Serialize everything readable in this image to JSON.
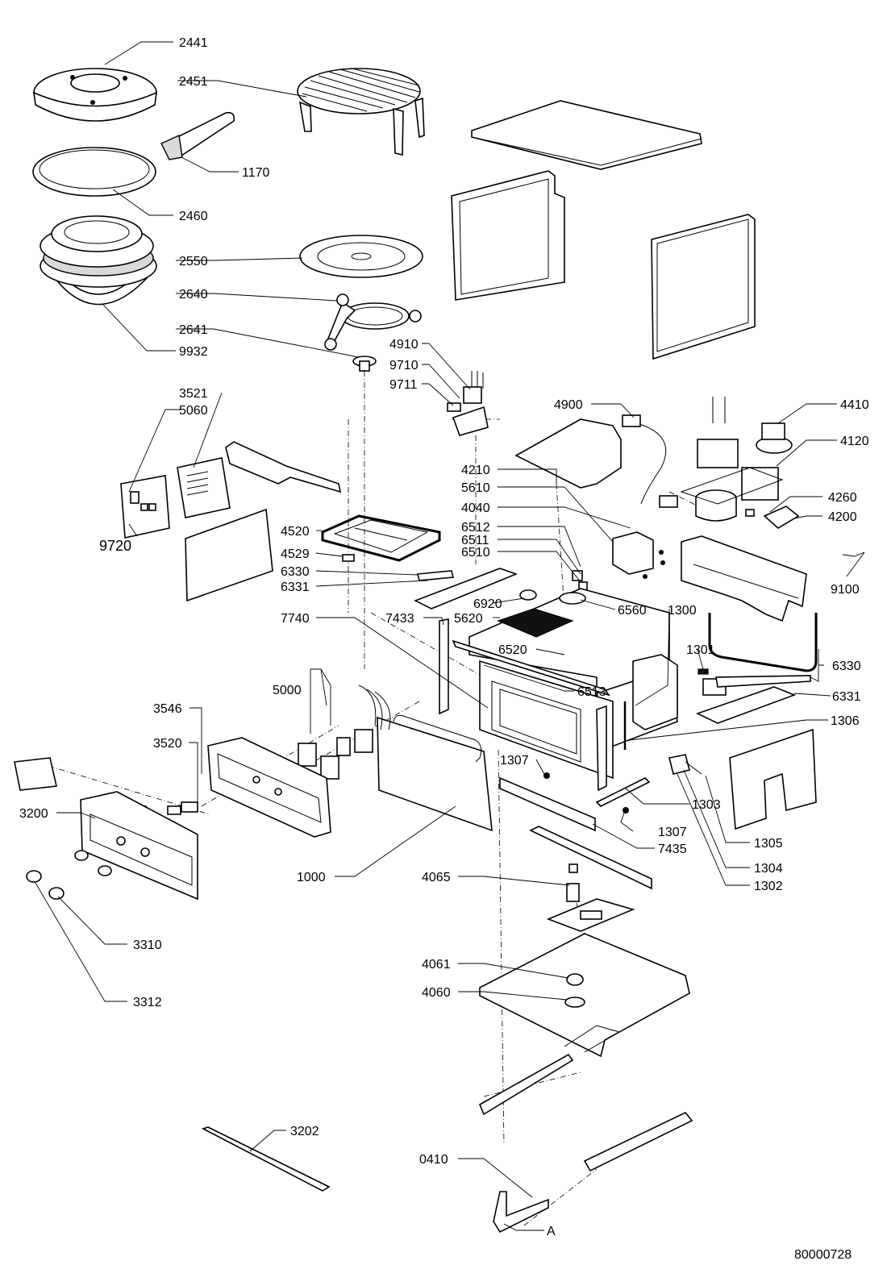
{
  "labels": [
    {
      "id": "2441",
      "text": "2441"
    },
    {
      "id": "2451",
      "text": "2451"
    },
    {
      "id": "1170",
      "text": "1170"
    },
    {
      "id": "2460",
      "text": "2460"
    },
    {
      "id": "2550",
      "text": "2550"
    },
    {
      "id": "2640",
      "text": "2640"
    },
    {
      "id": "2641",
      "text": "2641"
    },
    {
      "id": "9932",
      "text": "9932"
    },
    {
      "id": "4910",
      "text": "4910"
    },
    {
      "id": "9710",
      "text": "9710"
    },
    {
      "id": "9711",
      "text": "9711"
    },
    {
      "id": "4900",
      "text": "4900"
    },
    {
      "id": "4410",
      "text": "4410"
    },
    {
      "id": "4120",
      "text": "4120"
    },
    {
      "id": "3521",
      "text": "3521"
    },
    {
      "id": "5060",
      "text": "5060"
    },
    {
      "id": "9720",
      "text": "9720"
    },
    {
      "id": "4210",
      "text": "4210"
    },
    {
      "id": "5610",
      "text": "5610"
    },
    {
      "id": "4040",
      "text": "4040"
    },
    {
      "id": "6512",
      "text": "6512"
    },
    {
      "id": "6511",
      "text": "6511"
    },
    {
      "id": "6510",
      "text": "6510"
    },
    {
      "id": "4260",
      "text": "4260"
    },
    {
      "id": "4200",
      "text": "4200"
    },
    {
      "id": "4520",
      "text": "4520"
    },
    {
      "id": "4529",
      "text": "4529"
    },
    {
      "id": "6330a",
      "text": "6330"
    },
    {
      "id": "6331a",
      "text": "6331"
    },
    {
      "id": "9100",
      "text": "9100"
    },
    {
      "id": "7740",
      "text": "7740"
    },
    {
      "id": "7433",
      "text": "7433"
    },
    {
      "id": "6920",
      "text": "6920"
    },
    {
      "id": "5620",
      "text": "5620"
    },
    {
      "id": "6560",
      "text": "6560"
    },
    {
      "id": "1300",
      "text": "1300"
    },
    {
      "id": "6520",
      "text": "6520"
    },
    {
      "id": "1301",
      "text": "1301"
    },
    {
      "id": "6330b",
      "text": "6330"
    },
    {
      "id": "6513",
      "text": "6513"
    },
    {
      "id": "6331b",
      "text": "6331"
    },
    {
      "id": "5000",
      "text": "5000"
    },
    {
      "id": "3546",
      "text": "3546"
    },
    {
      "id": "1306",
      "text": "1306"
    },
    {
      "id": "3520",
      "text": "3520"
    },
    {
      "id": "1307a",
      "text": "1307"
    },
    {
      "id": "3200",
      "text": "3200"
    },
    {
      "id": "1303",
      "text": "1303"
    },
    {
      "id": "1307b",
      "text": "1307"
    },
    {
      "id": "7435",
      "text": "7435"
    },
    {
      "id": "1305",
      "text": "1305"
    },
    {
      "id": "1000",
      "text": "1000"
    },
    {
      "id": "1304",
      "text": "1304"
    },
    {
      "id": "4065",
      "text": "4065"
    },
    {
      "id": "1302",
      "text": "1302"
    },
    {
      "id": "3310",
      "text": "3310"
    },
    {
      "id": "4061",
      "text": "4061"
    },
    {
      "id": "4060",
      "text": "4060"
    },
    {
      "id": "3312",
      "text": "3312"
    },
    {
      "id": "3202",
      "text": "3202"
    },
    {
      "id": "0410",
      "text": "0410"
    },
    {
      "id": "A",
      "text": "A"
    }
  ],
  "document_number": "80000728"
}
